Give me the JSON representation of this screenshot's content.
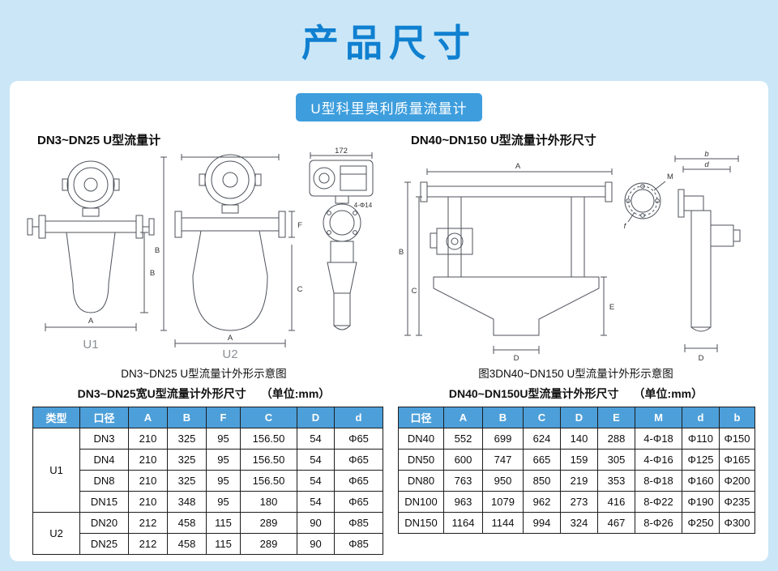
{
  "page": {
    "title": "产品尺寸",
    "badge": "U型科里奥利质量流量计"
  },
  "left_section": {
    "heading": "DN3~DN25 U型流量计",
    "caption": "DN3~DN25 U型流量计外形示意图",
    "table_title": "DN3~DN25宽U型流量计外形尺寸",
    "unit": "（单位:mm）",
    "drawing": {
      "fig1_label": "U1",
      "fig2_label": "U2",
      "dim_a": "A",
      "dim_b": "B",
      "dim_f": "F",
      "dim_c": "C",
      "dim_top": "172",
      "bolt_note": "4-Φ14"
    },
    "table": {
      "headers": [
        "类型",
        "口径",
        "A",
        "B",
        "F",
        "C",
        "D",
        "d"
      ],
      "groups": [
        {
          "type": "U1",
          "rows": [
            [
              "DN3",
              "210",
              "325",
              "95",
              "156.50",
              "54",
              "Φ65"
            ],
            [
              "DN4",
              "210",
              "325",
              "95",
              "156.50",
              "54",
              "Φ65"
            ],
            [
              "DN8",
              "210",
              "325",
              "95",
              "156.50",
              "54",
              "Φ65"
            ],
            [
              "DN15",
              "210",
              "348",
              "95",
              "180",
              "54",
              "Φ65"
            ]
          ]
        },
        {
          "type": "U2",
          "rows": [
            [
              "DN20",
              "212",
              "458",
              "115",
              "289",
              "90",
              "Φ85"
            ],
            [
              "DN25",
              "212",
              "458",
              "115",
              "289",
              "90",
              "Φ85"
            ]
          ]
        }
      ]
    }
  },
  "right_section": {
    "heading": "DN40~DN150 U型流量计外形尺寸",
    "caption": "图3DN40~DN150 U型流量计外形示意图",
    "table_title": "DN40~DN150U型流量计外形尺寸",
    "unit": "（单位:mm）",
    "drawing": {
      "dim_a": "A",
      "dim_b_small": "b",
      "dim_d_small": "d",
      "dim_m": "M",
      "dim_f": "f",
      "dim_b": "B",
      "dim_c": "C",
      "dim_e": "E",
      "dim_d": "D"
    },
    "table": {
      "headers": [
        "口径",
        "A",
        "B",
        "C",
        "D",
        "E",
        "M",
        "d",
        "b"
      ],
      "rows": [
        [
          "DN40",
          "552",
          "699",
          "624",
          "140",
          "288",
          "4-Φ18",
          "Φ110",
          "Φ150"
        ],
        [
          "DN50",
          "600",
          "747",
          "665",
          "159",
          "305",
          "4-Φ16",
          "Φ125",
          "Φ165"
        ],
        [
          "DN80",
          "763",
          "950",
          "850",
          "219",
          "353",
          "8-Φ18",
          "Φ160",
          "Φ200"
        ],
        [
          "DN100",
          "963",
          "1079",
          "962",
          "273",
          "416",
          "8-Φ22",
          "Φ190",
          "Φ235"
        ],
        [
          "DN150",
          "1164",
          "1144",
          "994",
          "324",
          "467",
          "8-Φ26",
          "Φ250",
          "Φ300"
        ]
      ]
    }
  }
}
